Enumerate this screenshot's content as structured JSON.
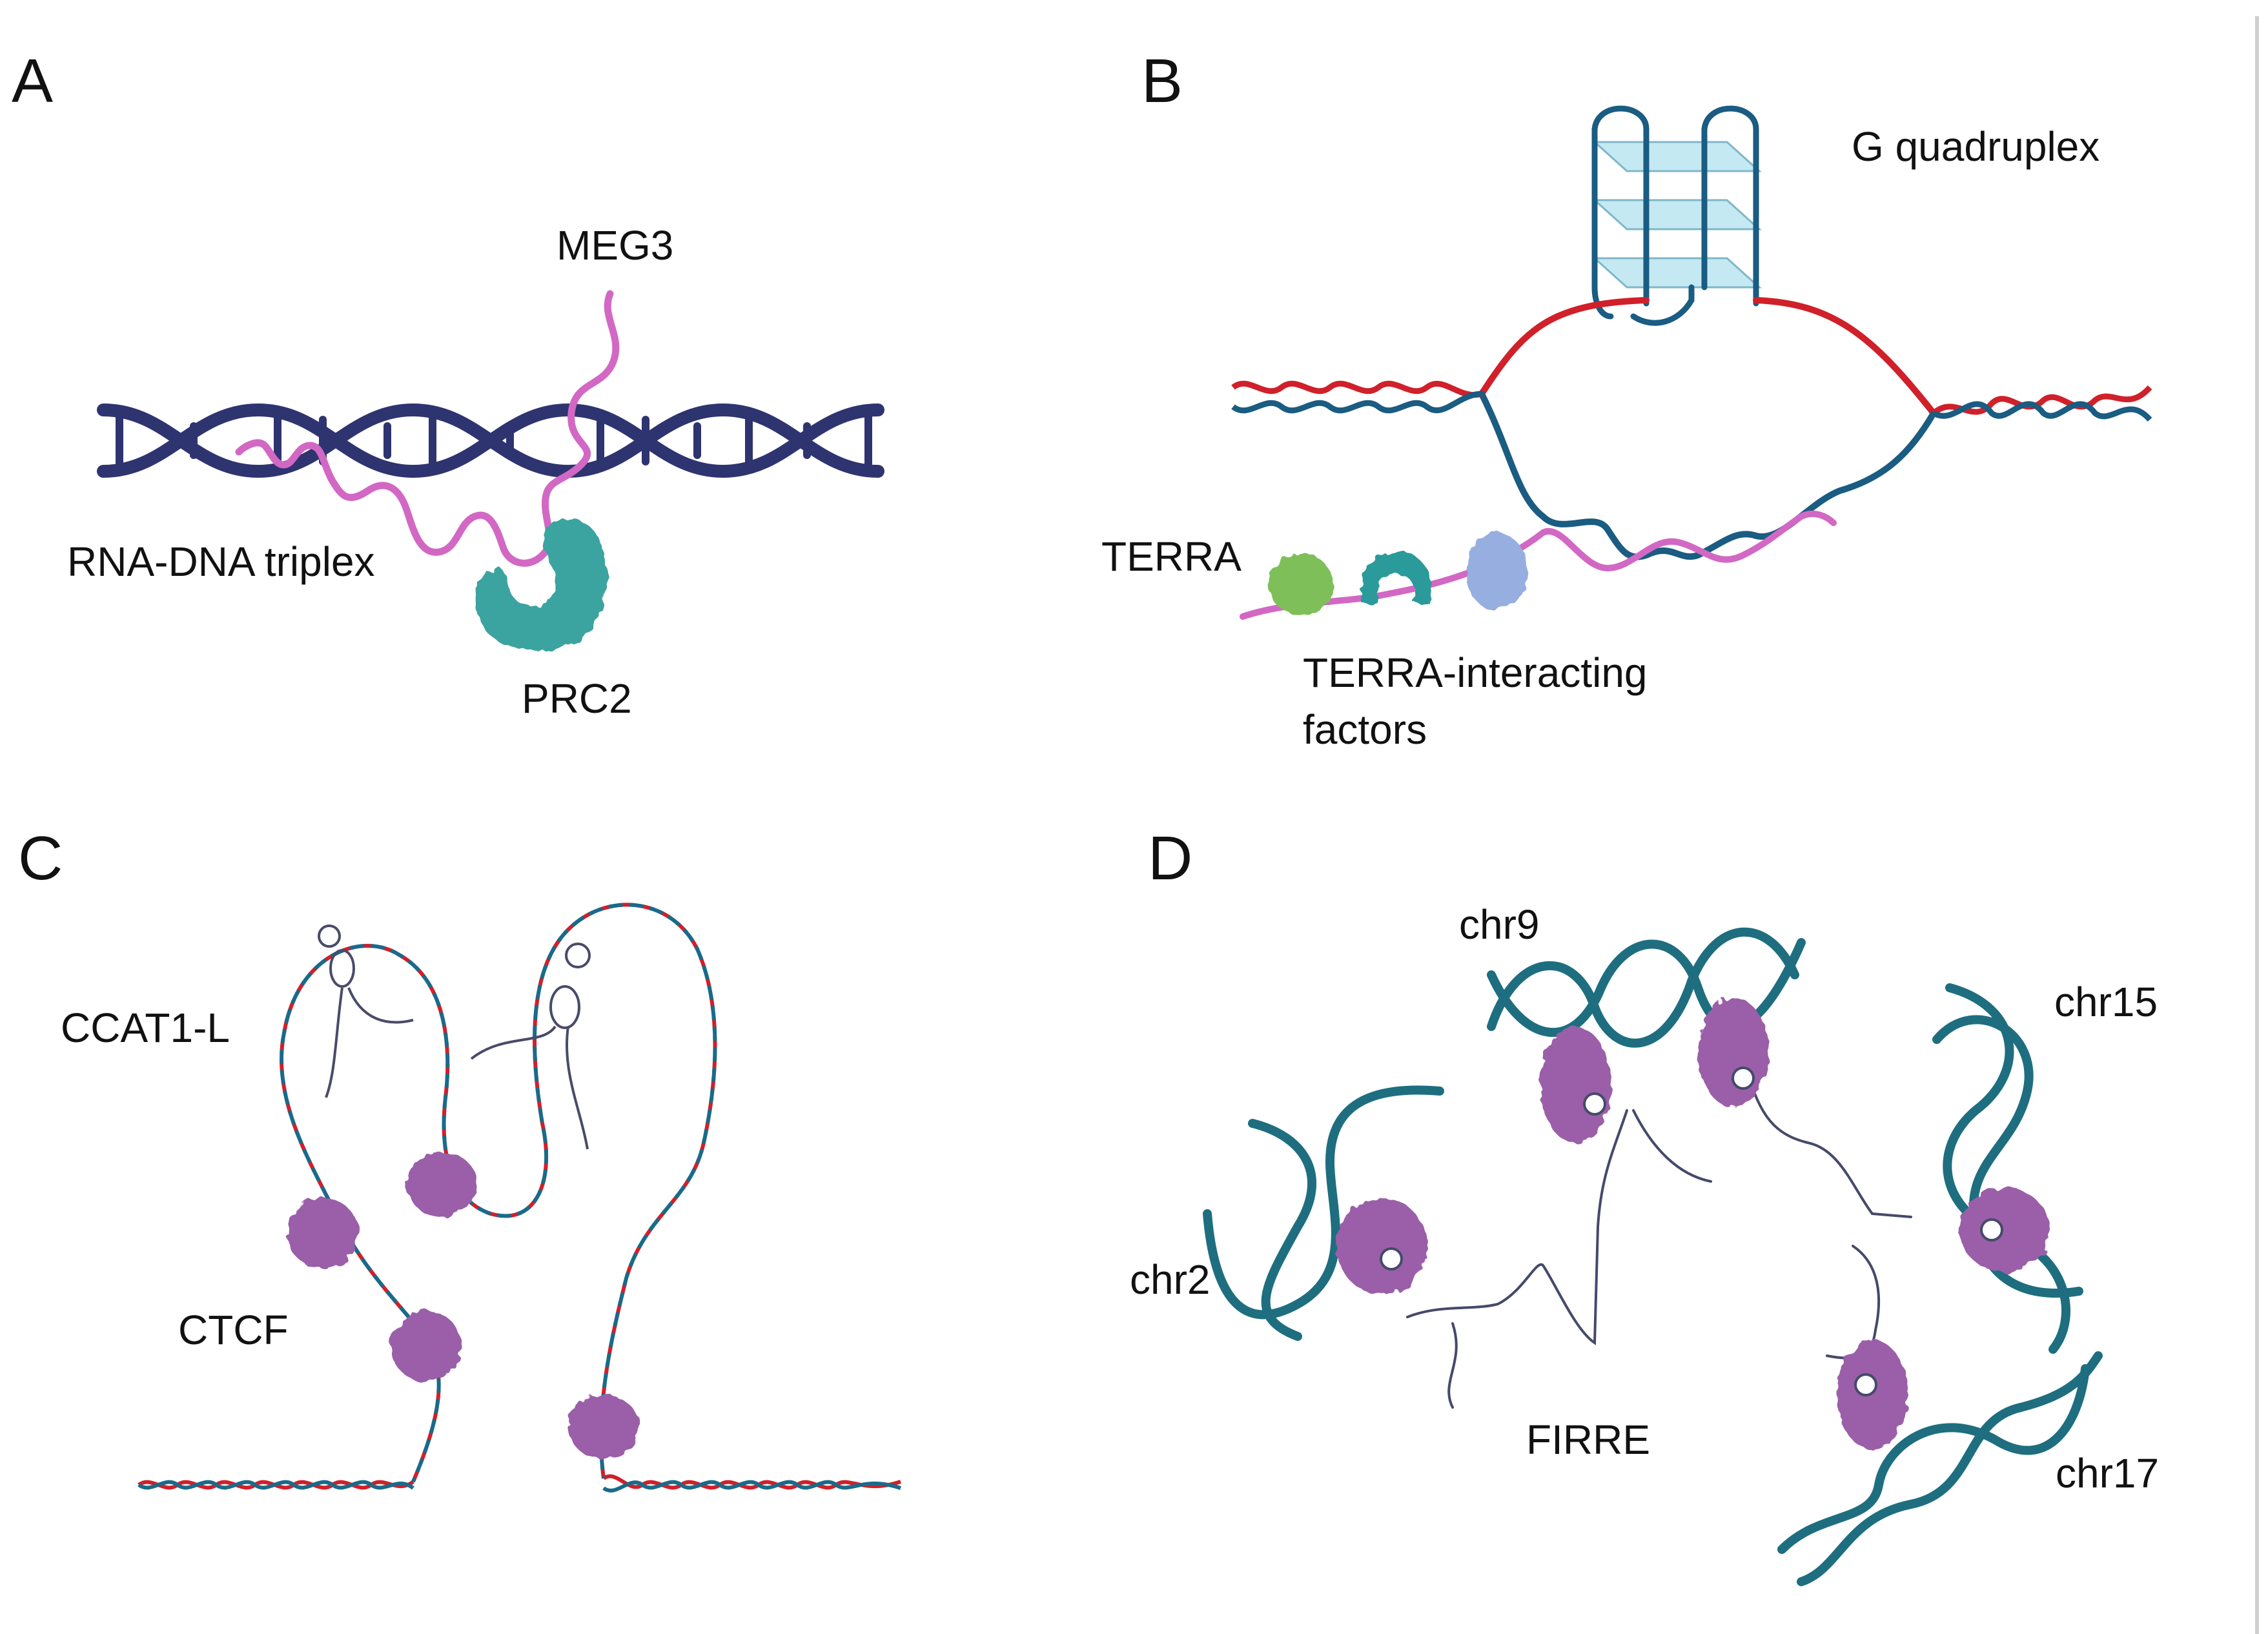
{
  "figure": {
    "panels": [
      {
        "letter": "A",
        "labels": {
          "rna": "MEG3",
          "structure": "RNA-DNA triplex",
          "protein": "PRC2"
        }
      },
      {
        "letter": "B",
        "labels": {
          "structure": "G quadruplex",
          "rna": "TERRA",
          "factors_line1": "TERRA-interacting",
          "factors_line2": "factors"
        }
      },
      {
        "letter": "C",
        "labels": {
          "rna": "CCAT1-L",
          "protein": "CTCF"
        }
      },
      {
        "letter": "D",
        "labels": {
          "chr9": "chr9",
          "chr15": "chr15",
          "chr2": "chr2",
          "rna": "FIRRE",
          "chr17": "chr17"
        }
      }
    ],
    "colors": {
      "dna_navy": "#2e3470",
      "rna_pink": "#d268c4",
      "prc2_teal": "#3aa3a0",
      "strand_blue": "#1a5c82",
      "strand_red": "#d0202a",
      "quadruplex_fill": "#c4e9f3",
      "protein_purple": "#9a5fa8",
      "factor_green": "#7fbf5a",
      "factor_teal": "#2a9a9a",
      "factor_blue": "#97aee0",
      "chromosome_teal": "#1e6e80"
    }
  }
}
